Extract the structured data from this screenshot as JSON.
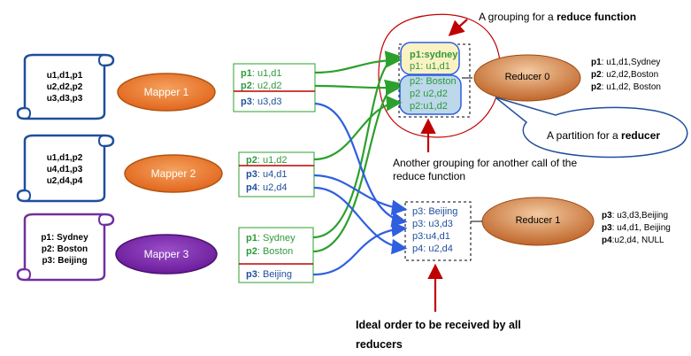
{
  "inputs": [
    {
      "lines": [
        "u1,d1,p1",
        "u2,d2,p2",
        "u3,d3,p3"
      ],
      "color": "#1f4e9c"
    },
    {
      "lines": [
        "u1,d1,p2",
        "u4,d1,p3",
        "u2,d4,p4"
      ],
      "color": "#1f4e9c"
    },
    {
      "lines": [
        "p1: Sydney",
        "p2: Boston",
        "p3: Beijing"
      ],
      "color": "#7030a0"
    }
  ],
  "mappers": [
    {
      "label": "Mapper 1",
      "color": "#e97a33"
    },
    {
      "label": "Mapper 2",
      "color": "#e97a33"
    },
    {
      "label": "Mapper 3",
      "color": "#7030a0"
    }
  ],
  "mapper_outputs": [
    [
      {
        "key": "p1",
        "val": ": u1,d1",
        "color": "green"
      },
      {
        "key": "p2",
        "val": ": u2,d2",
        "color": "green"
      },
      {
        "key": "p3",
        "val": ": u3,d3",
        "color": "blue"
      }
    ],
    [
      {
        "key": "p2",
        "val": ": u1,d2",
        "color": "green"
      },
      {
        "key": "p3",
        "val": ": u4,d1",
        "color": "blue"
      },
      {
        "key": "p4",
        "val": ": u2,d4",
        "color": "blue"
      }
    ],
    [
      {
        "key": "p1",
        "val": ": Sydney",
        "color": "green"
      },
      {
        "key": "p2",
        "val": ": Boston",
        "color": "green"
      },
      {
        "key": "p3",
        "val": ": Beijing",
        "color": "blue"
      }
    ]
  ],
  "partition0": {
    "group_p1": [
      "p1:sydney",
      "p1: u1,d1"
    ],
    "group_p2": [
      "p2: Boston",
      "p2 u2,d2",
      "p2:u1,d2"
    ]
  },
  "partition1": [
    "p3: Beijing",
    "p3: u3,d3",
    "p3:u4,d1",
    "p4: u2,d4"
  ],
  "reducers": [
    {
      "label": "Reducer 0",
      "output": [
        [
          "p1",
          ": u1,d1,Sydney"
        ],
        [
          "p2",
          ": u2,d2,Boston"
        ],
        [
          "p2",
          ": u1,d2, Boston"
        ]
      ]
    },
    {
      "label": "Reducer 1",
      "output": [
        [
          "p3",
          ": u3,d3,Beijing"
        ],
        [
          "p3",
          ": u4,d1, Beijing"
        ],
        [
          "p4",
          ":u2,d4, NULL"
        ]
      ]
    }
  ],
  "annotations": {
    "grouping_prefix": "A grouping for a ",
    "grouping_bold": "reduce function",
    "partition_prefix": "A partition for a ",
    "partition_bold": "reducer",
    "another_line1": "Another grouping  for  another call of the",
    "another_line2": "reduce function",
    "ideal_line1": "Ideal order to be received by all",
    "ideal_line2": "reducers"
  },
  "colors": {
    "mapper_orange": "#e97a33",
    "mapper_purple": "#7030a0",
    "reducer_brown": "#c0662a",
    "arrow_green": "#2ca02c",
    "arrow_blue": "#2f5fe0",
    "annotation_red": "#c00000",
    "scroll_blue": "#1f4e9c"
  }
}
